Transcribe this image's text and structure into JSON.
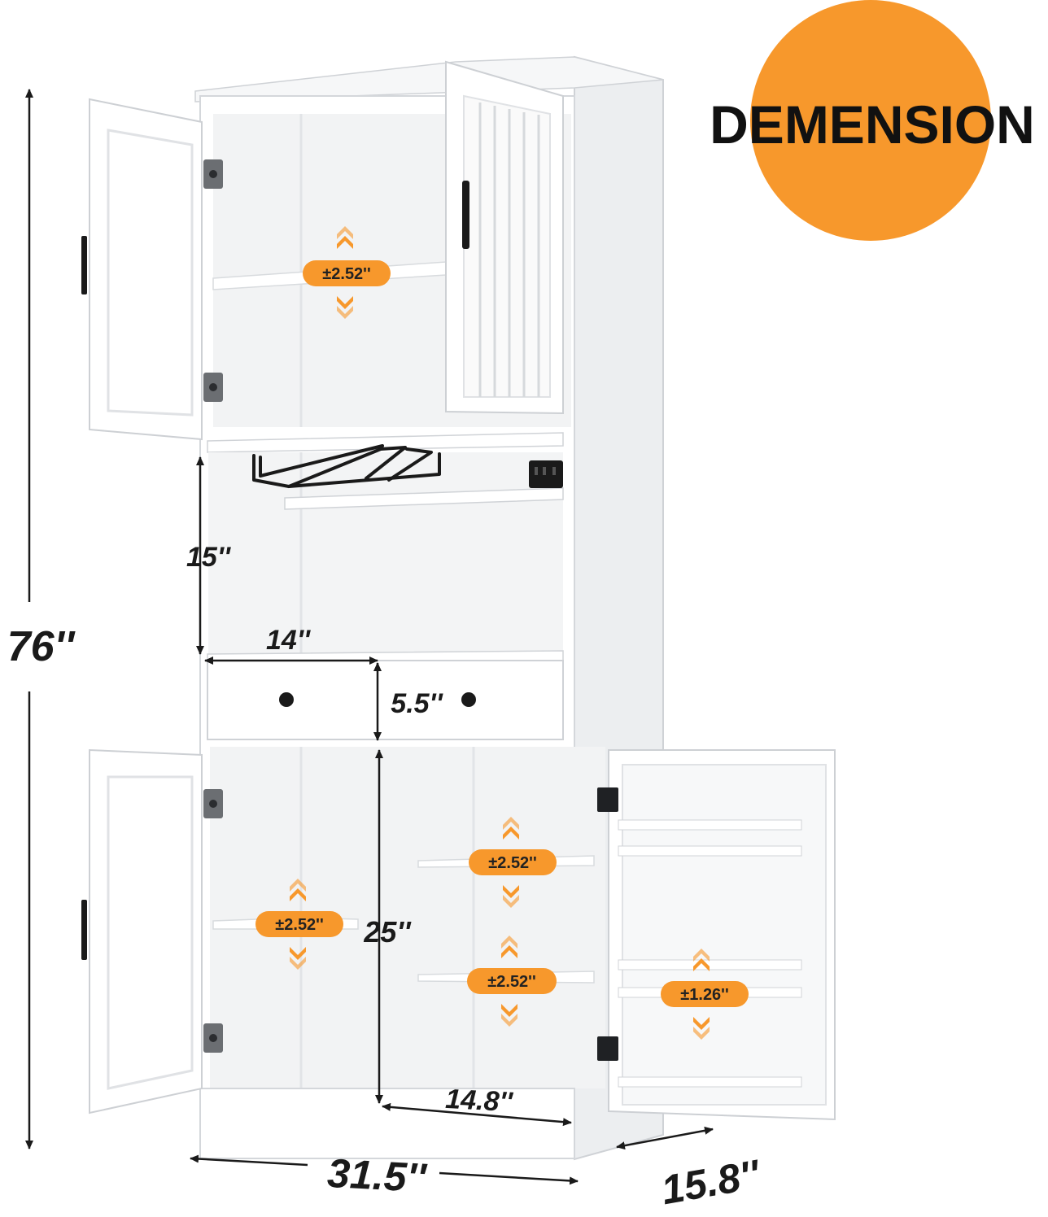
{
  "title": "DEMENSION",
  "colors": {
    "accent": "#f7982c",
    "cabinet": "#ffffff",
    "cabinet_shadow": "#e6e7e9",
    "line": "#1a1a1a",
    "hardware": "#1a1a1a"
  },
  "dimensions": {
    "total_height": "76''",
    "total_width": "31.5''",
    "depth": "15.8''",
    "open_shelf_height": "15''",
    "open_shelf_width": "14''",
    "drawer_height": "5.5''",
    "lower_cabinet_height": "25''",
    "lower_cabinet_width": "14.8''"
  },
  "adjustments": {
    "upper_shelf": "±2.52''",
    "lower_left_shelf": "±2.52''",
    "lower_right_shelf_top": "±2.52''",
    "lower_right_shelf_bottom": "±2.52''",
    "door_rack": "±1.26''"
  },
  "icons": [
    "double-arrow-icon",
    "adjust-chevron-icon",
    "power-outlet-icon",
    "wine-glass-rack-icon",
    "door-handle-icon",
    "hinge-icon",
    "drawer-knob-icon"
  ]
}
